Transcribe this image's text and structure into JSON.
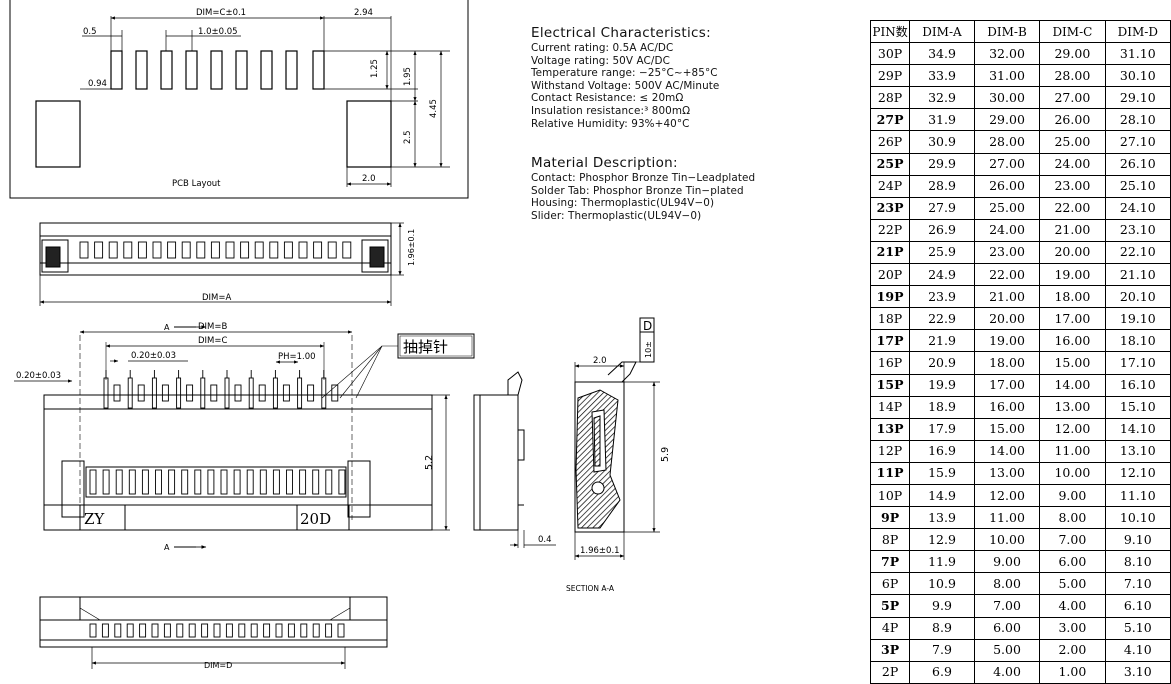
{
  "pcb": {
    "dim_c": "DIM=C±0.1",
    "d_294": "2.94",
    "d_05": "0.5",
    "d_1005": "1.0±0.05",
    "d_125": "1.25",
    "d_195": "1.95",
    "d_445": "4.45",
    "d_25": "2.5",
    "d_094": "0.94",
    "d_20": "2.0",
    "label": "PCB Layout"
  },
  "front": {
    "height": "1.96±0.1",
    "dim_a": "DIM=A"
  },
  "top": {
    "dim_b": "DIM=B",
    "dim_c": "DIM=C",
    "pitch_small": "0.20±0.03",
    "pitch_left": "0.20±0.03",
    "ph": "PH=1.00",
    "pin_callout": "抽掉针",
    "h52": "5.2",
    "mark_left": "ZY",
    "mark_right": "20D",
    "section_a": "A"
  },
  "bottom": {
    "dim_d": "DIM=D"
  },
  "section": {
    "d20": "2.0",
    "d59": "5.9",
    "d04": "0.4",
    "d196": "1.96±0.1",
    "tag_d": "D",
    "tag_10": "10±",
    "title": "SECTION  A-A"
  },
  "electrical": {
    "title": "Electrical Characteristics:",
    "lines": [
      "Current rating: 0.5A AC/DC",
      "Voltage rating: 50V   AC/DC",
      "Temperature range:  −25°C~+85°C",
      "Withstand Voltage: 500V AC/Minute",
      "Contact Resistance:  ≤ 20mΩ",
      "Insulation resistance:³    800mΩ",
      "Relative Humidity: 93%+40°C"
    ]
  },
  "material": {
    "title": "Material Description:",
    "lines": [
      "Contact: Phosphor Bronze Tin−Leadplated",
      "Solder Tab: Phosphor Bronze Tin−plated",
      "Housing: Thermoplastic(UL94V−0)",
      "Slider: Thermoplastic(UL94V−0)"
    ]
  },
  "table": {
    "headers": [
      "PIN数",
      "DIM-A",
      "DIM-B",
      "DIM-C",
      "DIM-D"
    ],
    "rows": [
      [
        "30P",
        "34.9",
        "32.00",
        "29.00",
        "31.10"
      ],
      [
        "29P",
        "33.9",
        "31.00",
        "28.00",
        "30.10"
      ],
      [
        "28P",
        "32.9",
        "30.00",
        "27.00",
        "29.10"
      ],
      [
        "27P",
        "31.9",
        "29.00",
        "26.00",
        "28.10"
      ],
      [
        "26P",
        "30.9",
        "28.00",
        "25.00",
        "27.10"
      ],
      [
        "25P",
        "29.9",
        "27.00",
        "24.00",
        "26.10"
      ],
      [
        "24P",
        "28.9",
        "26.00",
        "23.00",
        "25.10"
      ],
      [
        "23P",
        "27.9",
        "25.00",
        "22.00",
        "24.10"
      ],
      [
        "22P",
        "26.9",
        "24.00",
        "21.00",
        "23.10"
      ],
      [
        "21P",
        "25.9",
        "23.00",
        "20.00",
        "22.10"
      ],
      [
        "20P",
        "24.9",
        "22.00",
        "19.00",
        "21.10"
      ],
      [
        "19P",
        "23.9",
        "21.00",
        "18.00",
        "20.10"
      ],
      [
        "18P",
        "22.9",
        "20.00",
        "17.00",
        "19.10"
      ],
      [
        "17P",
        "21.9",
        "19.00",
        "16.00",
        "18.10"
      ],
      [
        "16P",
        "20.9",
        "18.00",
        "15.00",
        "17.10"
      ],
      [
        "15P",
        "19.9",
        "17.00",
        "14.00",
        "16.10"
      ],
      [
        "14P",
        "18.9",
        "16.00",
        "13.00",
        "15.10"
      ],
      [
        "13P",
        "17.9",
        "15.00",
        "12.00",
        "14.10"
      ],
      [
        "12P",
        "16.9",
        "14.00",
        "11.00",
        "13.10"
      ],
      [
        "11P",
        "15.9",
        "13.00",
        "10.00",
        "12.10"
      ],
      [
        "10P",
        "14.9",
        "12.00",
        "9.00",
        "11.10"
      ],
      [
        "9P",
        "13.9",
        "11.00",
        "8.00",
        "10.10"
      ],
      [
        "8P",
        "12.9",
        "10.00",
        "7.00",
        "9.10"
      ],
      [
        "7P",
        "11.9",
        "9.00",
        "6.00",
        "8.10"
      ],
      [
        "6P",
        "10.9",
        "8.00",
        "5.00",
        "7.10"
      ],
      [
        "5P",
        "9.9",
        "7.00",
        "4.00",
        "6.10"
      ],
      [
        "4P",
        "8.9",
        "6.00",
        "3.00",
        "5.10"
      ],
      [
        "3P",
        "7.9",
        "5.00",
        "2.00",
        "4.10"
      ],
      [
        "2P",
        "6.9",
        "4.00",
        "1.00",
        "3.10"
      ]
    ]
  }
}
